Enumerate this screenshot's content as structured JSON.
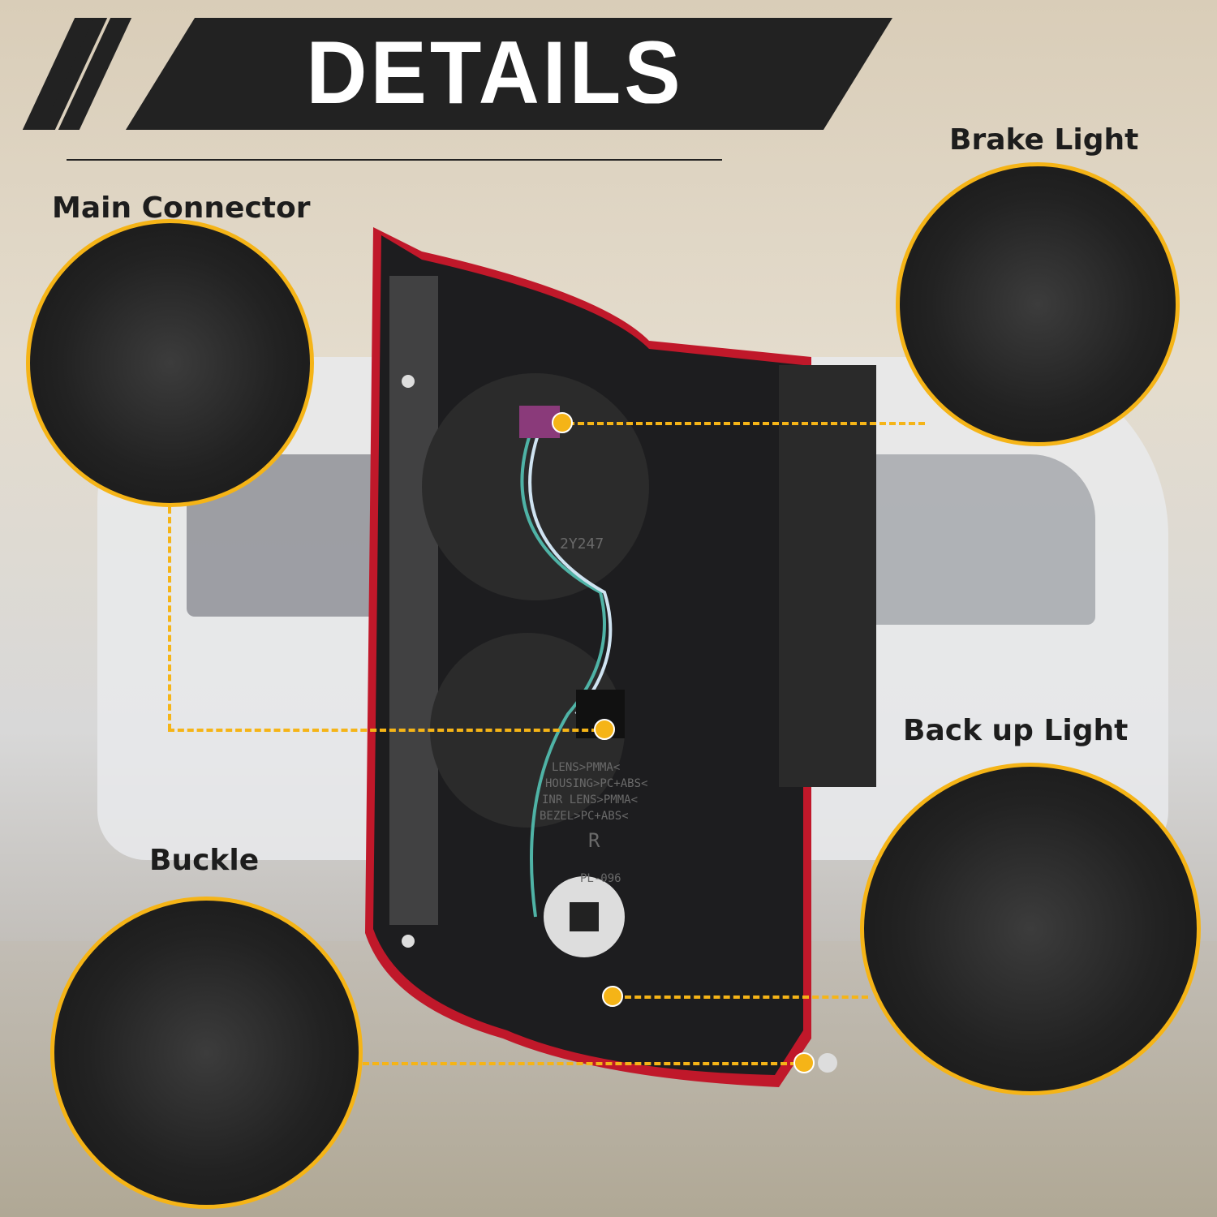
{
  "header": {
    "title": "DETAILS"
  },
  "callouts": [
    {
      "label": "Main Connector"
    },
    {
      "label": "Brake Light"
    },
    {
      "label": "Back up Light"
    },
    {
      "label": "Buckle"
    }
  ],
  "product_markings": {
    "lens": "LENS>PMMA<",
    "housing": "HOUSING>PC+ABS<",
    "inner_lens": "INR LENS>PMMA<",
    "bezel": "BEZEL>PC+ABS<",
    "side": "R",
    "part": "PL-096",
    "code": "2Y247"
  },
  "colors": {
    "accent": "#f5b417",
    "banner": "#222222",
    "lens_red": "#c0182a"
  }
}
